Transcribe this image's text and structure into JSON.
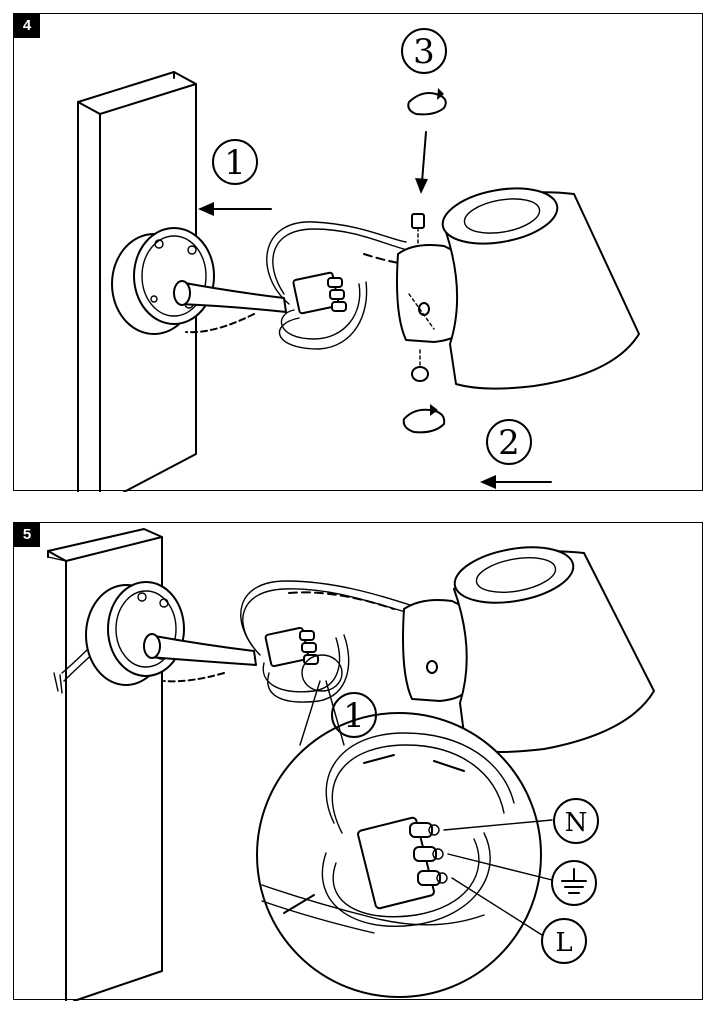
{
  "panels": [
    {
      "step": "4",
      "callouts": [
        "1",
        "2",
        "3"
      ]
    },
    {
      "step": "5",
      "callouts": [
        "1"
      ],
      "wire_labels": [
        "N",
        "L"
      ],
      "ground_symbol": "earth-ground-icon"
    }
  ]
}
